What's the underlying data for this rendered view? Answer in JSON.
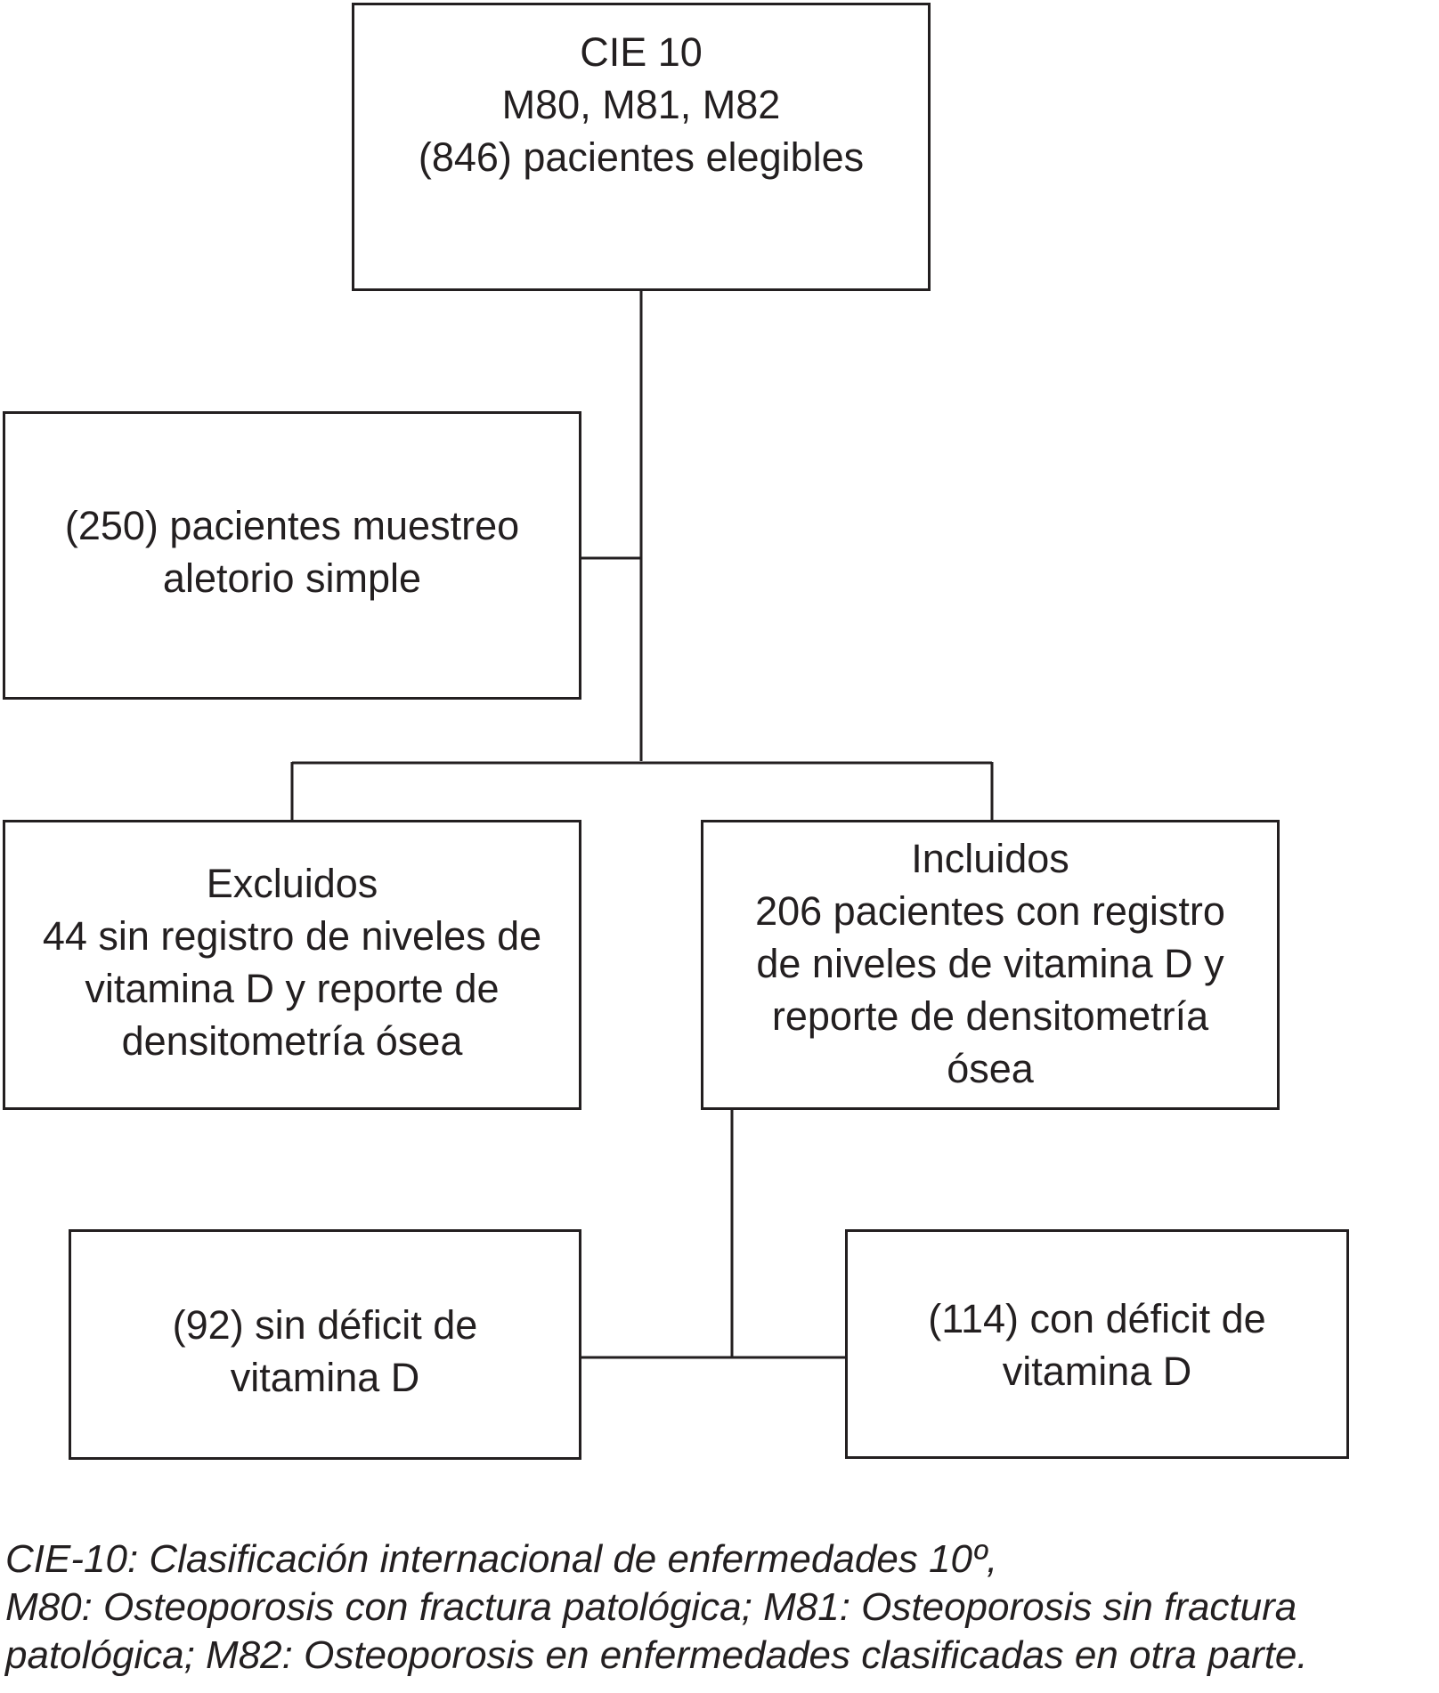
{
  "boxes": {
    "top": [
      "CIE 10",
      "M80, M81, M82",
      "(846) pacientes elegibles"
    ],
    "sample": [
      "(250) pacientes muestreo",
      "aletorio simple"
    ],
    "excluded": [
      "Excluidos",
      "44 sin registro de niveles de",
      "vitamina D y reporte de",
      "densitometría ósea"
    ],
    "included": [
      "Incluidos",
      "206 pacientes con registro",
      "de niveles de vitamina D y",
      "reporte de densitometría",
      "ósea"
    ],
    "no_deficit": [
      "(92) sin déficit de",
      "vitamina D"
    ],
    "deficit": [
      "(114) con déficit de",
      "vitamina D"
    ]
  },
  "footnote": [
    "CIE-10: Clasificación internacional de enfermedades 10º,",
    "M80: Osteoporosis con fractura patológica; M81: Osteoporosis sin fractura",
    "patológica; M82: Osteoporosis en enfermedades clasificadas en otra parte."
  ]
}
